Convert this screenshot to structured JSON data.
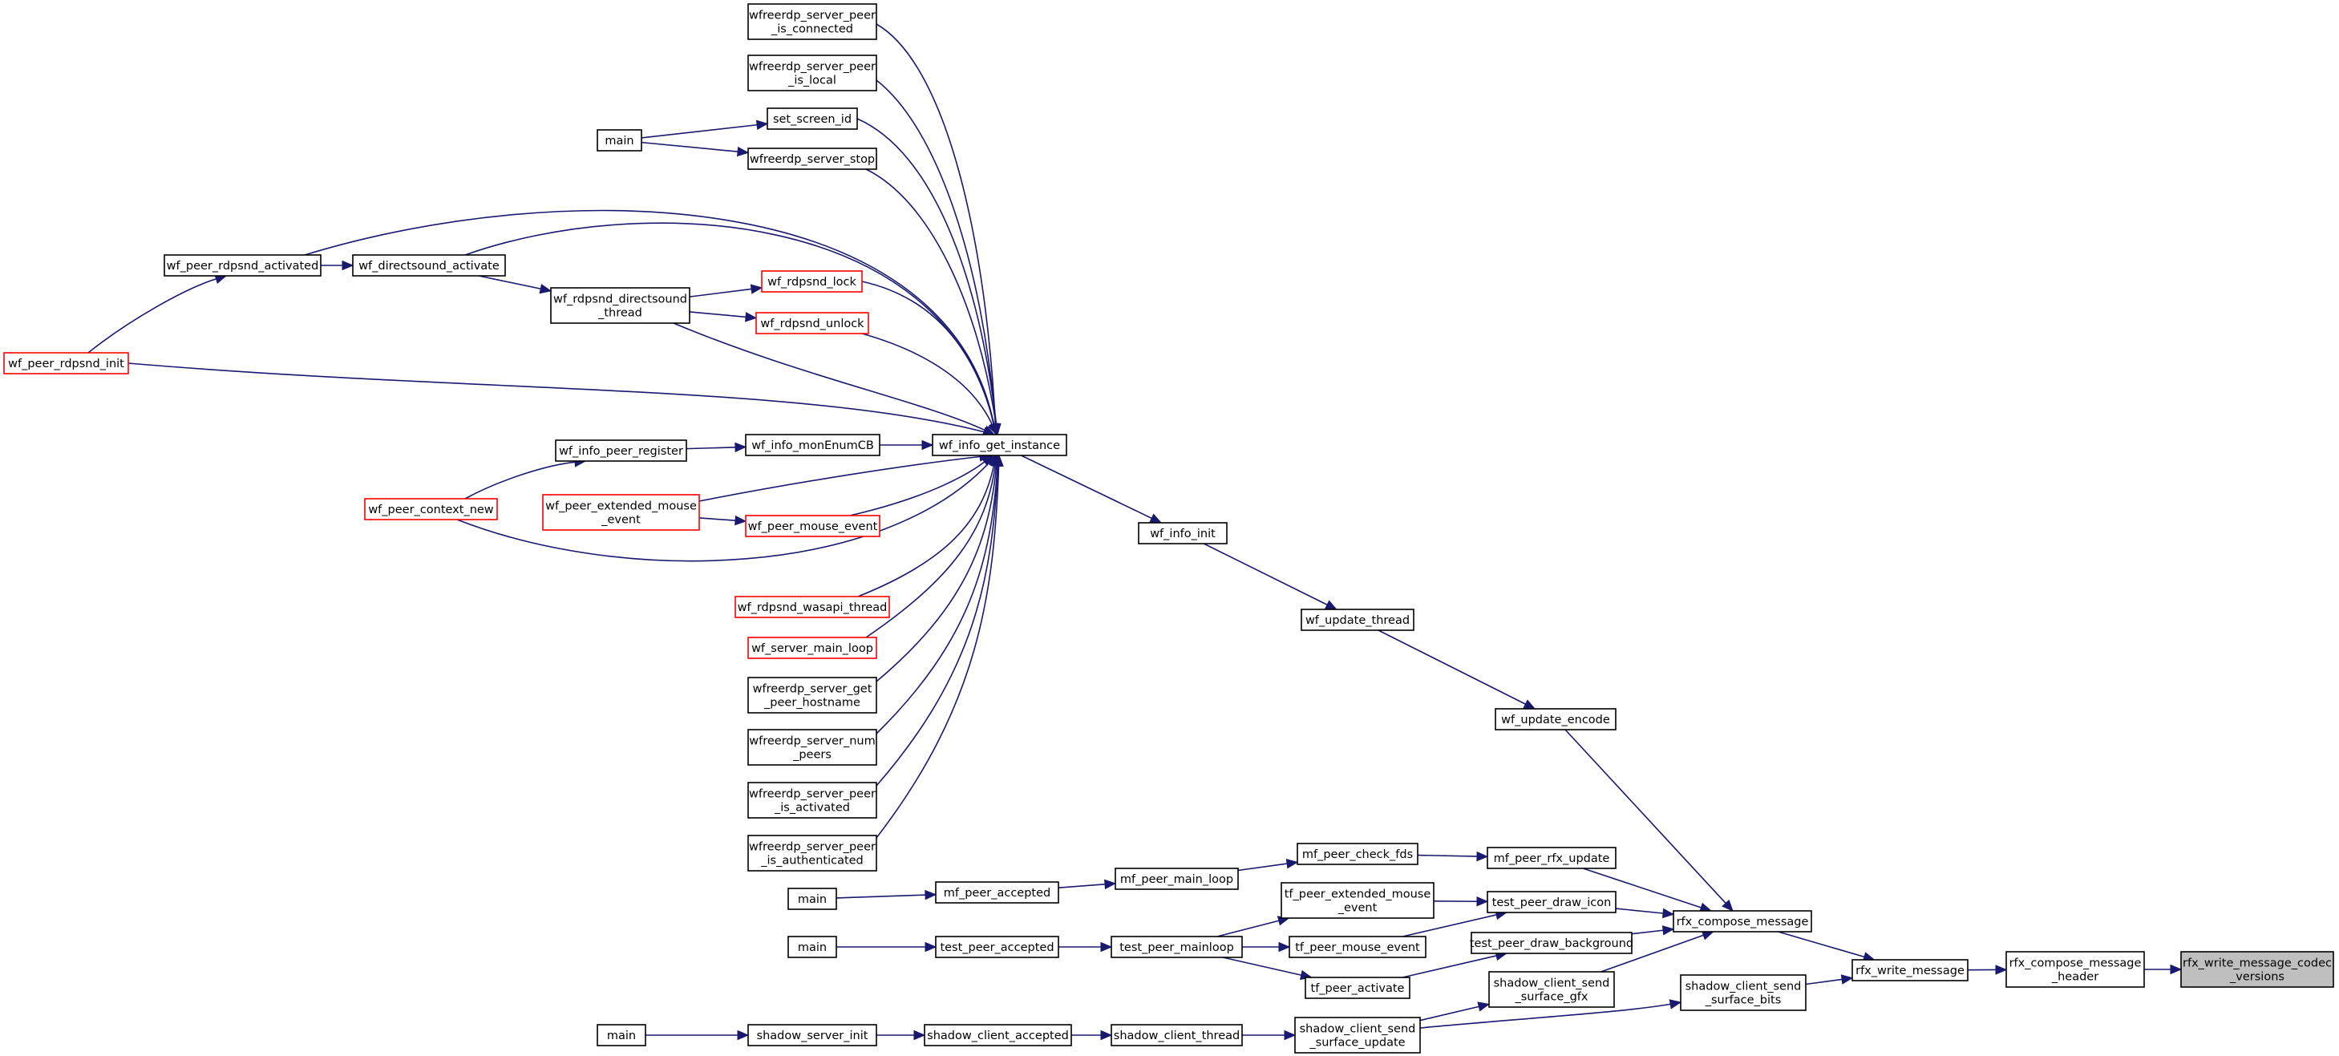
{
  "graph": {
    "nodes": [
      {
        "id": "rfx_write_message_codec_versions",
        "lines": [
          "rfx_write_message_codec",
          "_versions"
        ],
        "style": "highlight"
      },
      {
        "id": "rfx_compose_message_header",
        "lines": [
          "rfx_compose_message",
          "_header"
        ],
        "style": "normal"
      },
      {
        "id": "rfx_write_message",
        "lines": [
          "rfx_write_message"
        ],
        "style": "normal"
      },
      {
        "id": "rfx_compose_message",
        "lines": [
          "rfx_compose_message"
        ],
        "style": "normal"
      },
      {
        "id": "shadow_client_send_surface_bits",
        "lines": [
          "shadow_client_send",
          "_surface_bits"
        ],
        "style": "normal"
      },
      {
        "id": "wf_update_encode",
        "lines": [
          "wf_update_encode"
        ],
        "style": "normal"
      },
      {
        "id": "mf_peer_rfx_update",
        "lines": [
          "mf_peer_rfx_update"
        ],
        "style": "normal"
      },
      {
        "id": "test_peer_draw_icon",
        "lines": [
          "test_peer_draw_icon"
        ],
        "style": "normal"
      },
      {
        "id": "test_peer_draw_background",
        "lines": [
          "test_peer_draw_background"
        ],
        "style": "normal"
      },
      {
        "id": "shadow_client_send_surface_gfx",
        "lines": [
          "shadow_client_send",
          "_surface_gfx"
        ],
        "style": "normal"
      },
      {
        "id": "wf_update_thread",
        "lines": [
          "wf_update_thread"
        ],
        "style": "normal"
      },
      {
        "id": "wf_info_init",
        "lines": [
          "wf_info_init"
        ],
        "style": "normal"
      },
      {
        "id": "wf_info_get_instance",
        "lines": [
          "wf_info_get_instance"
        ],
        "style": "normal"
      },
      {
        "id": "mf_peer_check_fds",
        "lines": [
          "mf_peer_check_fds"
        ],
        "style": "normal"
      },
      {
        "id": "tf_peer_extended_mouse_event",
        "lines": [
          "tf_peer_extended_mouse",
          "_event"
        ],
        "style": "normal"
      },
      {
        "id": "tf_peer_mouse_event",
        "lines": [
          "tf_peer_mouse_event"
        ],
        "style": "normal"
      },
      {
        "id": "tf_peer_activate",
        "lines": [
          "tf_peer_activate"
        ],
        "style": "normal"
      },
      {
        "id": "shadow_client_send_surface_update",
        "lines": [
          "shadow_client_send",
          "_surface_update"
        ],
        "style": "normal"
      },
      {
        "id": "mf_peer_main_loop",
        "lines": [
          "mf_peer_main_loop"
        ],
        "style": "normal"
      },
      {
        "id": "test_peer_mainloop",
        "lines": [
          "test_peer_mainloop"
        ],
        "style": "normal"
      },
      {
        "id": "shadow_client_thread",
        "lines": [
          "shadow_client_thread"
        ],
        "style": "normal"
      },
      {
        "id": "mf_peer_accepted",
        "lines": [
          "mf_peer_accepted"
        ],
        "style": "normal"
      },
      {
        "id": "test_peer_accepted",
        "lines": [
          "test_peer_accepted"
        ],
        "style": "normal"
      },
      {
        "id": "shadow_client_accepted",
        "lines": [
          "shadow_client_accepted"
        ],
        "style": "normal"
      },
      {
        "id": "main_mf",
        "lines": [
          "main"
        ],
        "style": "normal"
      },
      {
        "id": "main_test",
        "lines": [
          "main"
        ],
        "style": "normal"
      },
      {
        "id": "shadow_server_init",
        "lines": [
          "shadow_server_init"
        ],
        "style": "normal"
      },
      {
        "id": "main_shadow",
        "lines": [
          "main"
        ],
        "style": "normal"
      },
      {
        "id": "wfreerdp_server_peer_is_connected",
        "lines": [
          "wfreerdp_server_peer",
          "_is_connected"
        ],
        "style": "normal"
      },
      {
        "id": "wfreerdp_server_peer_is_local",
        "lines": [
          "wfreerdp_server_peer",
          "_is_local"
        ],
        "style": "normal"
      },
      {
        "id": "set_screen_id",
        "lines": [
          "set_screen_id"
        ],
        "style": "normal"
      },
      {
        "id": "wfreerdp_server_stop",
        "lines": [
          "wfreerdp_server_stop"
        ],
        "style": "normal"
      },
      {
        "id": "main_wf",
        "lines": [
          "main"
        ],
        "style": "normal"
      },
      {
        "id": "wf_peer_rdpsnd_activated",
        "lines": [
          "wf_peer_rdpsnd_activated"
        ],
        "style": "normal"
      },
      {
        "id": "wf_directsound_activate",
        "lines": [
          "wf_directsound_activate"
        ],
        "style": "normal"
      },
      {
        "id": "wf_rdpsnd_directsound_thread",
        "lines": [
          "wf_rdpsnd_directsound",
          "_thread"
        ],
        "style": "normal"
      },
      {
        "id": "wf_rdpsnd_lock",
        "lines": [
          "wf_rdpsnd_lock"
        ],
        "style": "truncated"
      },
      {
        "id": "wf_rdpsnd_unlock",
        "lines": [
          "wf_rdpsnd_unlock"
        ],
        "style": "truncated"
      },
      {
        "id": "wf_peer_rdpsnd_init",
        "lines": [
          "wf_peer_rdpsnd_init"
        ],
        "style": "truncated"
      },
      {
        "id": "wf_info_peer_register",
        "lines": [
          "wf_info_peer_register"
        ],
        "style": "normal"
      },
      {
        "id": "wf_info_monEnumCB",
        "lines": [
          "wf_info_monEnumCB"
        ],
        "style": "normal"
      },
      {
        "id": "wf_peer_context_new",
        "lines": [
          "wf_peer_context_new"
        ],
        "style": "truncated"
      },
      {
        "id": "wf_peer_extended_mouse_event",
        "lines": [
          "wf_peer_extended_mouse",
          "_event"
        ],
        "style": "truncated"
      },
      {
        "id": "wf_peer_mouse_event",
        "lines": [
          "wf_peer_mouse_event"
        ],
        "style": "truncated"
      },
      {
        "id": "wf_rdpsnd_wasapi_thread",
        "lines": [
          "wf_rdpsnd_wasapi_thread"
        ],
        "style": "truncated"
      },
      {
        "id": "wf_server_main_loop",
        "lines": [
          "wf_server_main_loop"
        ],
        "style": "truncated"
      },
      {
        "id": "wfreerdp_server_get_peer_hostname",
        "lines": [
          "wfreerdp_server_get",
          "_peer_hostname"
        ],
        "style": "normal"
      },
      {
        "id": "wfreerdp_server_num_peers",
        "lines": [
          "wfreerdp_server_num",
          "_peers"
        ],
        "style": "normal"
      },
      {
        "id": "wfreerdp_server_peer_is_activated",
        "lines": [
          "wfreerdp_server_peer",
          "_is_activated"
        ],
        "style": "normal"
      },
      {
        "id": "wfreerdp_server_peer_is_authenticated",
        "lines": [
          "wfreerdp_server_peer",
          "_is_authenticated"
        ],
        "style": "normal"
      }
    ],
    "edges": [
      {
        "from": "rfx_compose_message_header",
        "to": "rfx_write_message_codec_versions"
      },
      {
        "from": "rfx_write_message",
        "to": "rfx_compose_message_header"
      },
      {
        "from": "rfx_compose_message",
        "to": "rfx_write_message"
      },
      {
        "from": "shadow_client_send_surface_bits",
        "to": "rfx_write_message"
      },
      {
        "from": "wf_update_encode",
        "to": "rfx_compose_message"
      },
      {
        "from": "mf_peer_rfx_update",
        "to": "rfx_compose_message"
      },
      {
        "from": "test_peer_draw_icon",
        "to": "rfx_compose_message"
      },
      {
        "from": "test_peer_draw_background",
        "to": "rfx_compose_message"
      },
      {
        "from": "shadow_client_send_surface_gfx",
        "to": "rfx_compose_message"
      },
      {
        "from": "wf_update_thread",
        "to": "wf_update_encode"
      },
      {
        "from": "wf_info_init",
        "to": "wf_update_thread"
      },
      {
        "from": "wf_info_get_instance",
        "to": "wf_info_init"
      },
      {
        "from": "mf_peer_check_fds",
        "to": "mf_peer_rfx_update"
      },
      {
        "from": "tf_peer_extended_mouse_event",
        "to": "test_peer_draw_icon"
      },
      {
        "from": "tf_peer_mouse_event",
        "to": "test_peer_draw_icon"
      },
      {
        "from": "tf_peer_activate",
        "to": "test_peer_draw_background"
      },
      {
        "from": "shadow_client_send_surface_update",
        "to": "shadow_client_send_surface_gfx"
      },
      {
        "from": "shadow_client_send_surface_update",
        "to": "shadow_client_send_surface_bits"
      },
      {
        "from": "mf_peer_main_loop",
        "to": "mf_peer_check_fds"
      },
      {
        "from": "test_peer_mainloop",
        "to": "tf_peer_extended_mouse_event"
      },
      {
        "from": "test_peer_mainloop",
        "to": "tf_peer_mouse_event"
      },
      {
        "from": "test_peer_mainloop",
        "to": "tf_peer_activate"
      },
      {
        "from": "shadow_client_thread",
        "to": "shadow_client_send_surface_update"
      },
      {
        "from": "mf_peer_accepted",
        "to": "mf_peer_main_loop"
      },
      {
        "from": "test_peer_accepted",
        "to": "test_peer_mainloop"
      },
      {
        "from": "shadow_client_accepted",
        "to": "shadow_client_thread"
      },
      {
        "from": "main_mf",
        "to": "mf_peer_accepted"
      },
      {
        "from": "main_test",
        "to": "test_peer_accepted"
      },
      {
        "from": "shadow_server_init",
        "to": "shadow_client_accepted"
      },
      {
        "from": "main_shadow",
        "to": "shadow_server_init"
      },
      {
        "from": "wfreerdp_server_peer_is_connected",
        "to": "wf_info_get_instance"
      },
      {
        "from": "wfreerdp_server_peer_is_local",
        "to": "wf_info_get_instance"
      },
      {
        "from": "set_screen_id",
        "to": "wf_info_get_instance"
      },
      {
        "from": "wfreerdp_server_stop",
        "to": "wf_info_get_instance"
      },
      {
        "from": "main_wf",
        "to": "set_screen_id"
      },
      {
        "from": "main_wf",
        "to": "wfreerdp_server_stop"
      },
      {
        "from": "wf_peer_rdpsnd_activated",
        "to": "wf_info_get_instance"
      },
      {
        "from": "wf_peer_rdpsnd_activated",
        "to": "wf_directsound_activate"
      },
      {
        "from": "wf_directsound_activate",
        "to": "wf_info_get_instance"
      },
      {
        "from": "wf_directsound_activate",
        "to": "wf_rdpsnd_directsound_thread"
      },
      {
        "from": "wf_rdpsnd_directsound_thread",
        "to": "wf_info_get_instance"
      },
      {
        "from": "wf_rdpsnd_directsound_thread",
        "to": "wf_rdpsnd_lock"
      },
      {
        "from": "wf_rdpsnd_directsound_thread",
        "to": "wf_rdpsnd_unlock"
      },
      {
        "from": "wf_rdpsnd_lock",
        "to": "wf_info_get_instance"
      },
      {
        "from": "wf_rdpsnd_unlock",
        "to": "wf_info_get_instance"
      },
      {
        "from": "wf_peer_rdpsnd_init",
        "to": "wf_peer_rdpsnd_activated"
      },
      {
        "from": "wf_peer_rdpsnd_init",
        "to": "wf_info_get_instance"
      },
      {
        "from": "wf_info_peer_register",
        "to": "wf_info_monEnumCB"
      },
      {
        "from": "wf_info_monEnumCB",
        "to": "wf_info_get_instance"
      },
      {
        "from": "wf_peer_context_new",
        "to": "wf_info_peer_register"
      },
      {
        "from": "wf_peer_context_new",
        "to": "wf_info_get_instance"
      },
      {
        "from": "wf_peer_extended_mouse_event",
        "to": "wf_info_get_instance"
      },
      {
        "from": "wf_peer_extended_mouse_event",
        "to": "wf_peer_mouse_event"
      },
      {
        "from": "wf_peer_mouse_event",
        "to": "wf_info_get_instance"
      },
      {
        "from": "wf_rdpsnd_wasapi_thread",
        "to": "wf_info_get_instance"
      },
      {
        "from": "wf_server_main_loop",
        "to": "wf_info_get_instance"
      },
      {
        "from": "wfreerdp_server_get_peer_hostname",
        "to": "wf_info_get_instance"
      },
      {
        "from": "wfreerdp_server_num_peers",
        "to": "wf_info_get_instance"
      },
      {
        "from": "wfreerdp_server_peer_is_activated",
        "to": "wf_info_get_instance"
      },
      {
        "from": "wfreerdp_server_peer_is_authenticated",
        "to": "wf_info_get_instance"
      }
    ]
  }
}
